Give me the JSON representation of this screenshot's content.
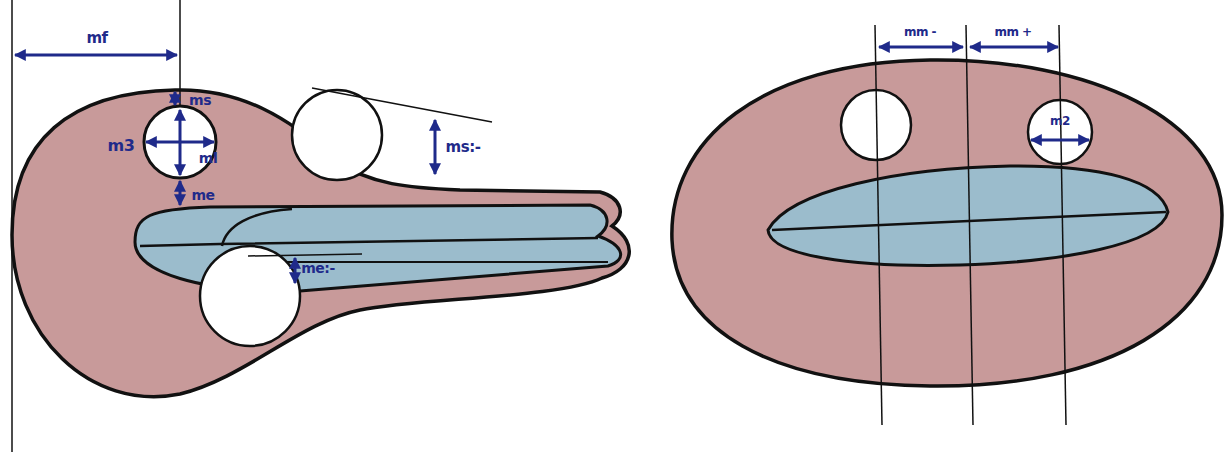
{
  "diagram": {
    "labels": [
      "mf",
      "ms",
      "m3",
      "ml",
      "me",
      "ms:-",
      "me:-",
      "mm -",
      "mm +",
      "m2"
    ]
  }
}
